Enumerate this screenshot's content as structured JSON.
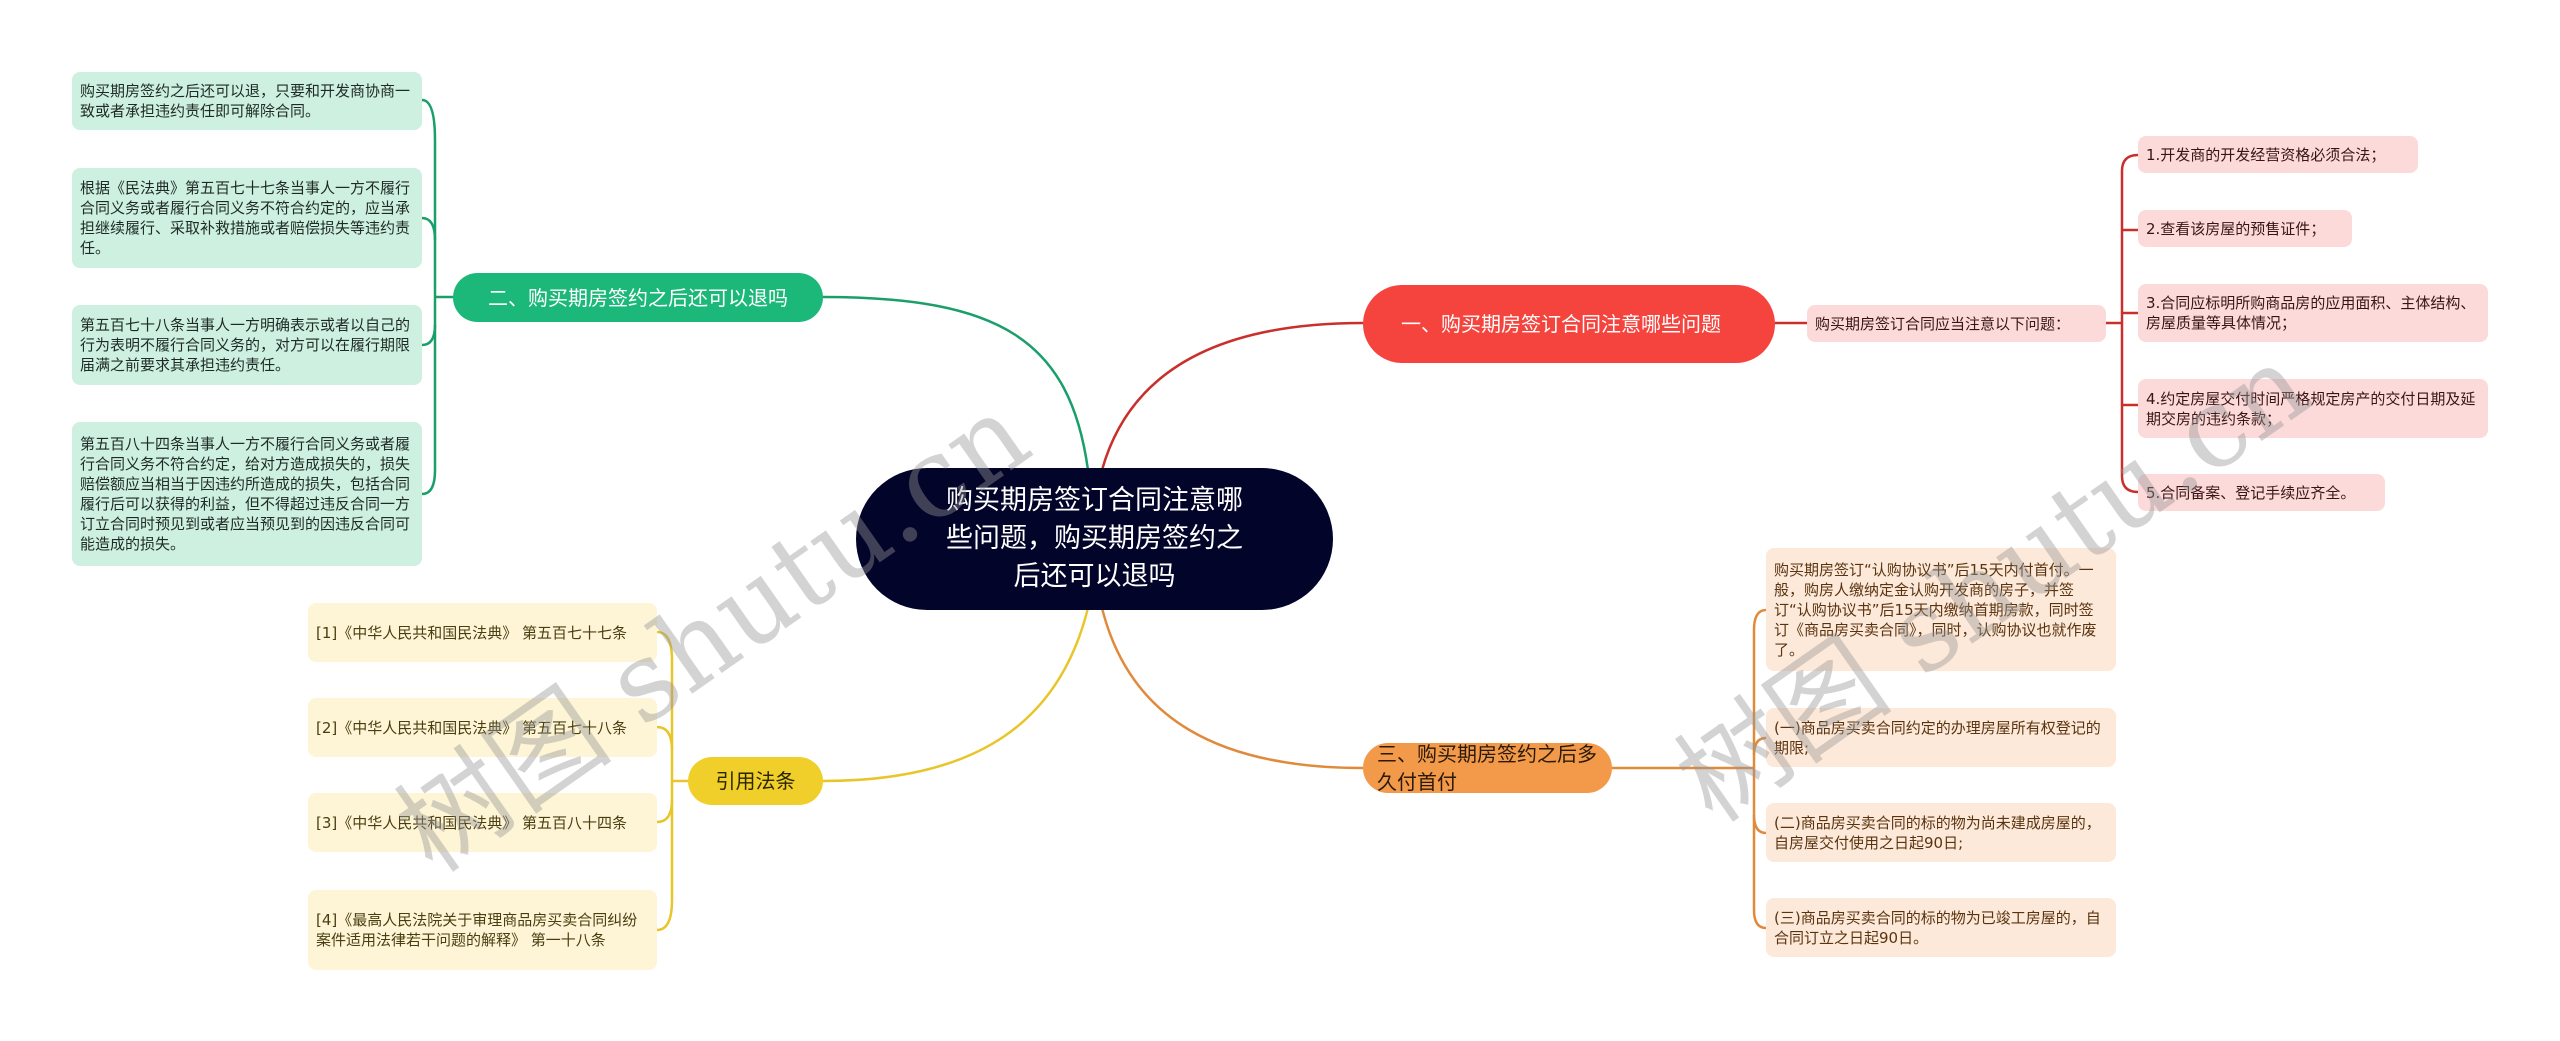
{
  "root": {
    "title": "购买期房签订合同注意哪些问题，购买期房签约之后还可以退吗"
  },
  "branches": {
    "one": {
      "label": "一、购买期房签订合同注意哪些问题",
      "color": "#f5433d",
      "intro": "购买期房签订合同应当注意以下问题：",
      "items": [
        "1.开发商的开发经营资格必须合法；",
        "2.查看该房屋的预售证件；",
        "3.合同应标明所购商品房的应用面积、主体结构、房屋质量等具体情况；",
        "4.约定房屋交付时间严格规定房产的交付日期及延期交房的违约条款；",
        "5.合同备案、登记手续应齐全。"
      ]
    },
    "two": {
      "label": "二、购买期房签约之后还可以退吗",
      "color": "#1cb87a",
      "items": [
        "购买期房签约之后还可以退，只要和开发商协商一致或者承担违约责任即可解除合同。",
        "根据《民法典》第五百七十七条当事人一方不履行合同义务或者履行合同义务不符合约定的，应当承担继续履行、采取补救措施或者赔偿损失等违约责任。",
        "第五百七十八条当事人一方明确表示或者以自己的行为表明不履行合同义务的，对方可以在履行期限届满之前要求其承担违约责任。",
        "第五百八十四条当事人一方不履行合同义务或者履行合同义务不符合约定，给对方造成损失的，损失赔偿额应当相当于因违约所造成的损失，包括合同履行后可以获得的利益，但不得超过违反合同一方订立合同时预见到或者应当预见到的因违反合同可能造成的损失。"
      ]
    },
    "three": {
      "label": "三、购买期房签约之后多久付首付",
      "color": "#f2994a",
      "items": [
        "购买期房签订“认购协议书”后15天内付首付。一般，购房人缴纳定金认购开发商的房子，并签订“认购协议书”后15天内缴纳首期房款，同时签订《商品房买卖合同》，同时，认购协议也就作废了。",
        "(一)商品房买卖合同约定的办理房屋所有权登记的期限;",
        "(二)商品房买卖合同的标的物为尚未建成房屋的，自房屋交付使用之日起90日;",
        "(三)商品房买卖合同的标的物为已竣工房屋的，自合同订立之日起90日。"
      ]
    },
    "refs": {
      "label": "引用法条",
      "color": "#f0cf2a",
      "items": [
        "[1]《中华人民共和国民法典》 第五百七十七条",
        "[2]《中华人民共和国民法典》 第五百七十八条",
        "[3]《中华人民共和国民法典》 第五百八十四条",
        "[4]《最高人民法院关于审理商品房买卖合同纠纷案件适用法律若干问题的解释》 第一十八条"
      ]
    }
  },
  "watermarks": [
    "树图 shutu.cn",
    "树图 shutu.cn"
  ]
}
